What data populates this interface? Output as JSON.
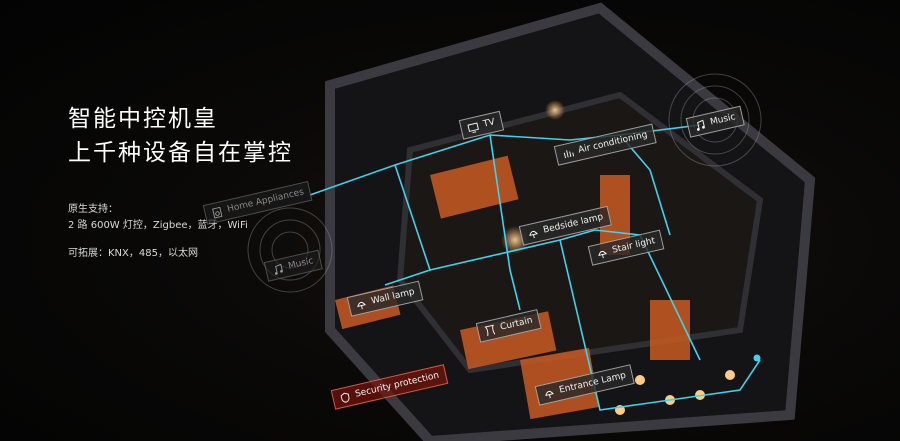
{
  "headline": {
    "line1": "智能中控机皇",
    "line2": "上千种设备自在掌控"
  },
  "specs": {
    "label": "原生支持：",
    "native": "2 路 600W 灯控，Zigbee，蓝牙，WiFi",
    "extend": "可拓展：KNX，485，以太网"
  },
  "devices": {
    "tv": {
      "label": "TV",
      "icon": "tv-icon"
    },
    "air": {
      "label": "Air conditioning",
      "icon": "air-conditioner-icon"
    },
    "music_right": {
      "label": "Music",
      "icon": "music-note-icon"
    },
    "home_appliances": {
      "label": "Home Appliances",
      "icon": "appliance-icon"
    },
    "music_left": {
      "label": "Music",
      "icon": "music-note-icon"
    },
    "bedside": {
      "label": "Bedside lamp",
      "icon": "lamp-icon"
    },
    "stair": {
      "label": "Stair light",
      "icon": "lamp-icon"
    },
    "wall": {
      "label": "Wall lamp",
      "icon": "lamp-icon"
    },
    "curtain": {
      "label": "Curtain",
      "icon": "curtain-icon"
    },
    "entrance": {
      "label": "Entrance Lamp",
      "icon": "lamp-icon"
    },
    "security": {
      "label": "Security protection",
      "icon": "shield-icon"
    }
  },
  "colors": {
    "accent_cyan": "#3fd2ee",
    "accent_orange": "#e06a2a",
    "wall_dark": "#2a2a2e"
  }
}
